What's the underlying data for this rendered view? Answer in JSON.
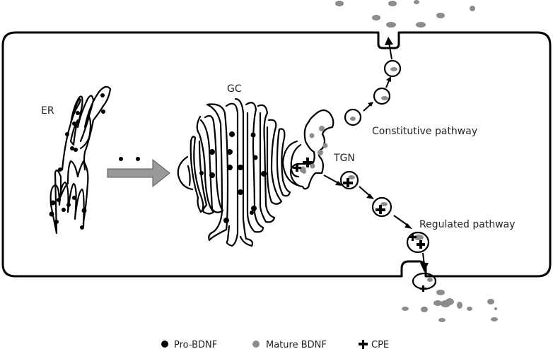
{
  "diagram": {
    "labels": {
      "er": "ER",
      "gc": "GC",
      "tgn": "TGN",
      "constitutive": "Constitutive pathway",
      "regulated": "Regulated pathway"
    },
    "legend": [
      {
        "label": "Pro-BDNF",
        "symbol": "black-dot",
        "color": "#000000"
      },
      {
        "label": "Mature BDNF",
        "symbol": "gray-dot",
        "color": "#8c8c8c"
      },
      {
        "label": "CPE",
        "symbol": "cross",
        "color": "#000000"
      }
    ],
    "colors": {
      "pro_bdnf": "#000000",
      "mature_bdnf": "#8c8c8c",
      "arrow_fill": "#999999",
      "membrane": "#000000"
    }
  }
}
